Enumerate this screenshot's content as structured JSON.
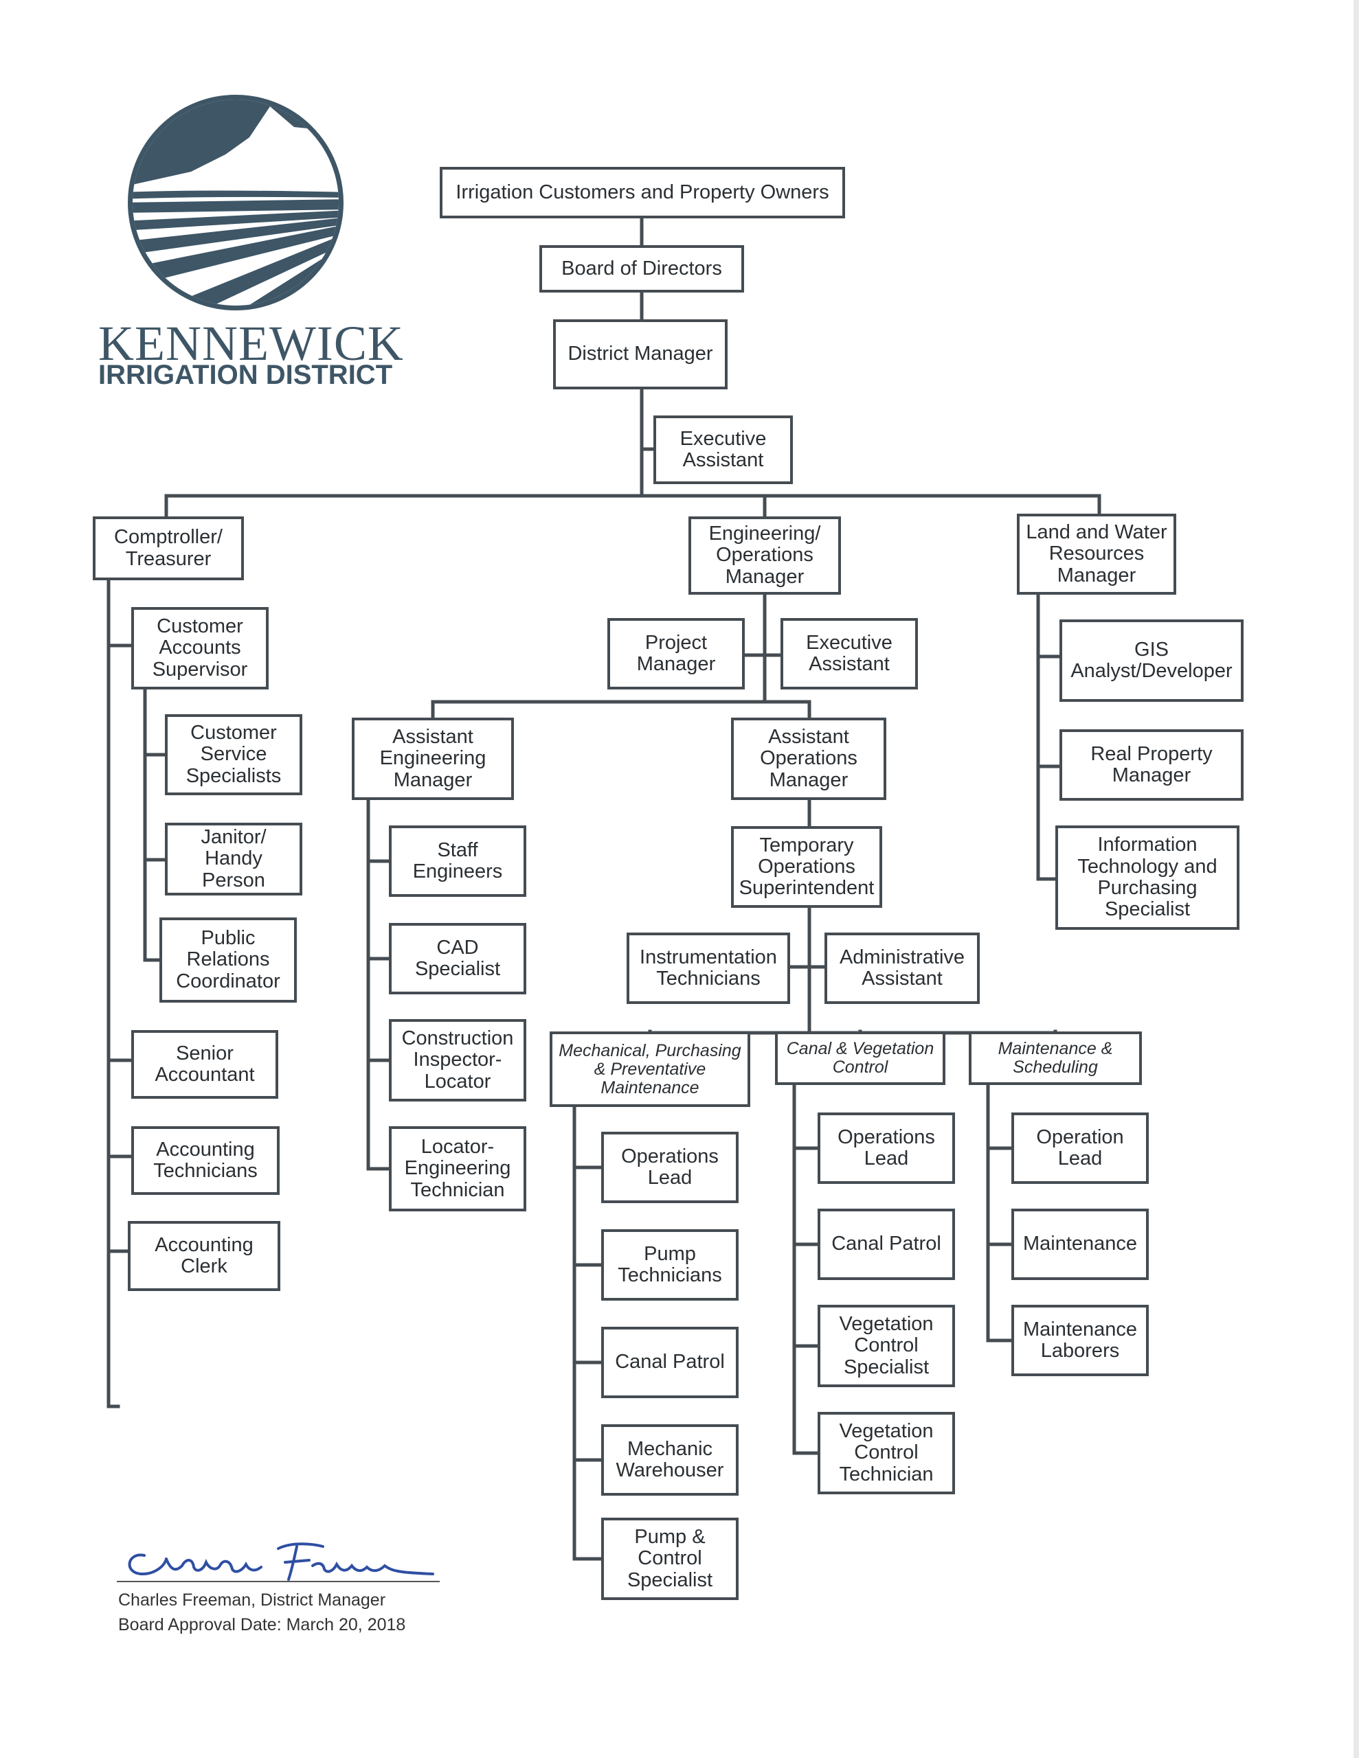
{
  "logo": {
    "title": "KENNEWICK",
    "subtitle": "IRRIGATION DISTRICT",
    "colors": {
      "primary": "#3e5666"
    }
  },
  "nodes": {
    "customers": "Irrigation Customers and Property Owners",
    "board": "Board of Directors",
    "district_manager": "District Manager",
    "exec_assistant_top": "Executive Assistant",
    "comptroller": "Comptroller/ Treasurer",
    "eng_ops_manager": "Engineering/ Operations Manager",
    "land_water": "Land and Water Resources Manager",
    "customer_accounts_supervisor": "Customer Accounts Supervisor",
    "customer_service": "Customer Service Specialists",
    "janitor": "Janitor/ Handy Person",
    "public_relations": "Public Relations Coordinator",
    "senior_accountant": "Senior Accountant",
    "accounting_technicians": "Accounting Technicians",
    "accounting_clerk": "Accounting Clerk",
    "project_manager": "Project Manager",
    "exec_assistant_eng": "Executive Assistant",
    "asst_eng_manager": "Assistant Engineering Manager",
    "asst_ops_manager": "Assistant Operations Manager",
    "staff_engineers": "Staff Engineers",
    "cad_specialist": "CAD Specialist",
    "construction_inspector": "Construction Inspector- Locator",
    "locator_eng_tech": "Locator- Engineering Technician",
    "temp_ops_super": "Temporary Operations Superintendent",
    "instrumentation": "Instrumentation Technicians",
    "admin_assistant": "Administrative Assistant",
    "mech_purch": "Mechanical, Purchasing & Preventative Maintenance",
    "canal_veg": "Canal & Vegetation Control",
    "maint_sched": "Maintenance & Scheduling",
    "ops_lead_mech": "Operations Lead",
    "pump_technicians": "Pump Technicians",
    "canal_patrol_mech": "Canal Patrol",
    "mechanic_warehouser": "Mechanic Warehouser",
    "pump_control": "Pump & Control Specialist",
    "ops_lead_canal": "Operations Lead",
    "canal_patrol_canal": "Canal Patrol",
    "veg_specialist": "Vegetation Control Specialist",
    "veg_technician": "Vegetation Control Technician",
    "operation_lead_maint": "Operation Lead",
    "maintenance": "Maintenance",
    "maintenance_laborers": "Maintenance Laborers",
    "gis": "GIS Analyst/Developer",
    "real_property": "Real Property Manager",
    "it_purchasing": "Information Technology and Purchasing Specialist"
  },
  "signature": {
    "signed_name": "Charles Freeman",
    "name_line": "Charles Freeman, District Manager",
    "approval_line": "Board Approval Date: March 20, 2018"
  }
}
